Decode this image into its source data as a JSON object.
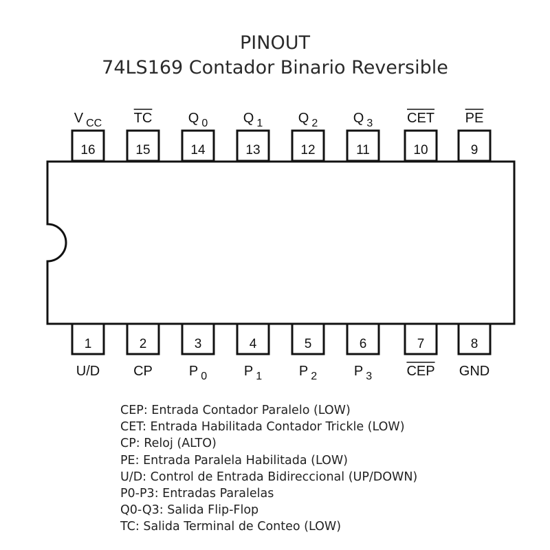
{
  "title": "PINOUT",
  "subtitle": "74LS169 Contador Binario Reversible",
  "top_pins": [
    {
      "num": "16",
      "label": "V",
      "sub": "CC",
      "overline": false
    },
    {
      "num": "15",
      "label": "TC",
      "sub": "",
      "overline": true
    },
    {
      "num": "14",
      "label": "Q",
      "sub": "0",
      "overline": false
    },
    {
      "num": "13",
      "label": "Q",
      "sub": "1",
      "overline": false
    },
    {
      "num": "12",
      "label": "Q",
      "sub": "2",
      "overline": false
    },
    {
      "num": "11",
      "label": "Q",
      "sub": "3",
      "overline": false
    },
    {
      "num": "10",
      "label": "CET",
      "sub": "",
      "overline": true
    },
    {
      "num": "9",
      "label": "PE",
      "sub": "",
      "overline": true
    }
  ],
  "bottom_pins": [
    {
      "num": "1",
      "label": "U/D",
      "sub": "",
      "overline": false
    },
    {
      "num": "2",
      "label": "CP",
      "sub": "",
      "overline": false
    },
    {
      "num": "3",
      "label": "P",
      "sub": "0",
      "overline": false
    },
    {
      "num": "4",
      "label": "P",
      "sub": "1",
      "overline": false
    },
    {
      "num": "5",
      "label": "P",
      "sub": "2",
      "overline": false
    },
    {
      "num": "6",
      "label": "P",
      "sub": "3",
      "overline": false
    },
    {
      "num": "7",
      "label": "CEP",
      "sub": "",
      "overline": true
    },
    {
      "num": "8",
      "label": "GND",
      "sub": "",
      "overline": false
    }
  ],
  "legend": [
    "CEP: Entrada Contador Paralelo (LOW)",
    "CET: Entrada Habilitada Contador Trickle (LOW)",
    "CP: Reloj (ALTO)",
    "PE: Entrada Paralela Habilitada (LOW)",
    "U/D: Control de Entrada Bidireccional (UP/DOWN)",
    "P0-P3: Entradas Paralelas",
    "Q0-Q3: Salida Flip-Flop",
    "TC: Salida Terminal de Conteo (LOW)"
  ]
}
